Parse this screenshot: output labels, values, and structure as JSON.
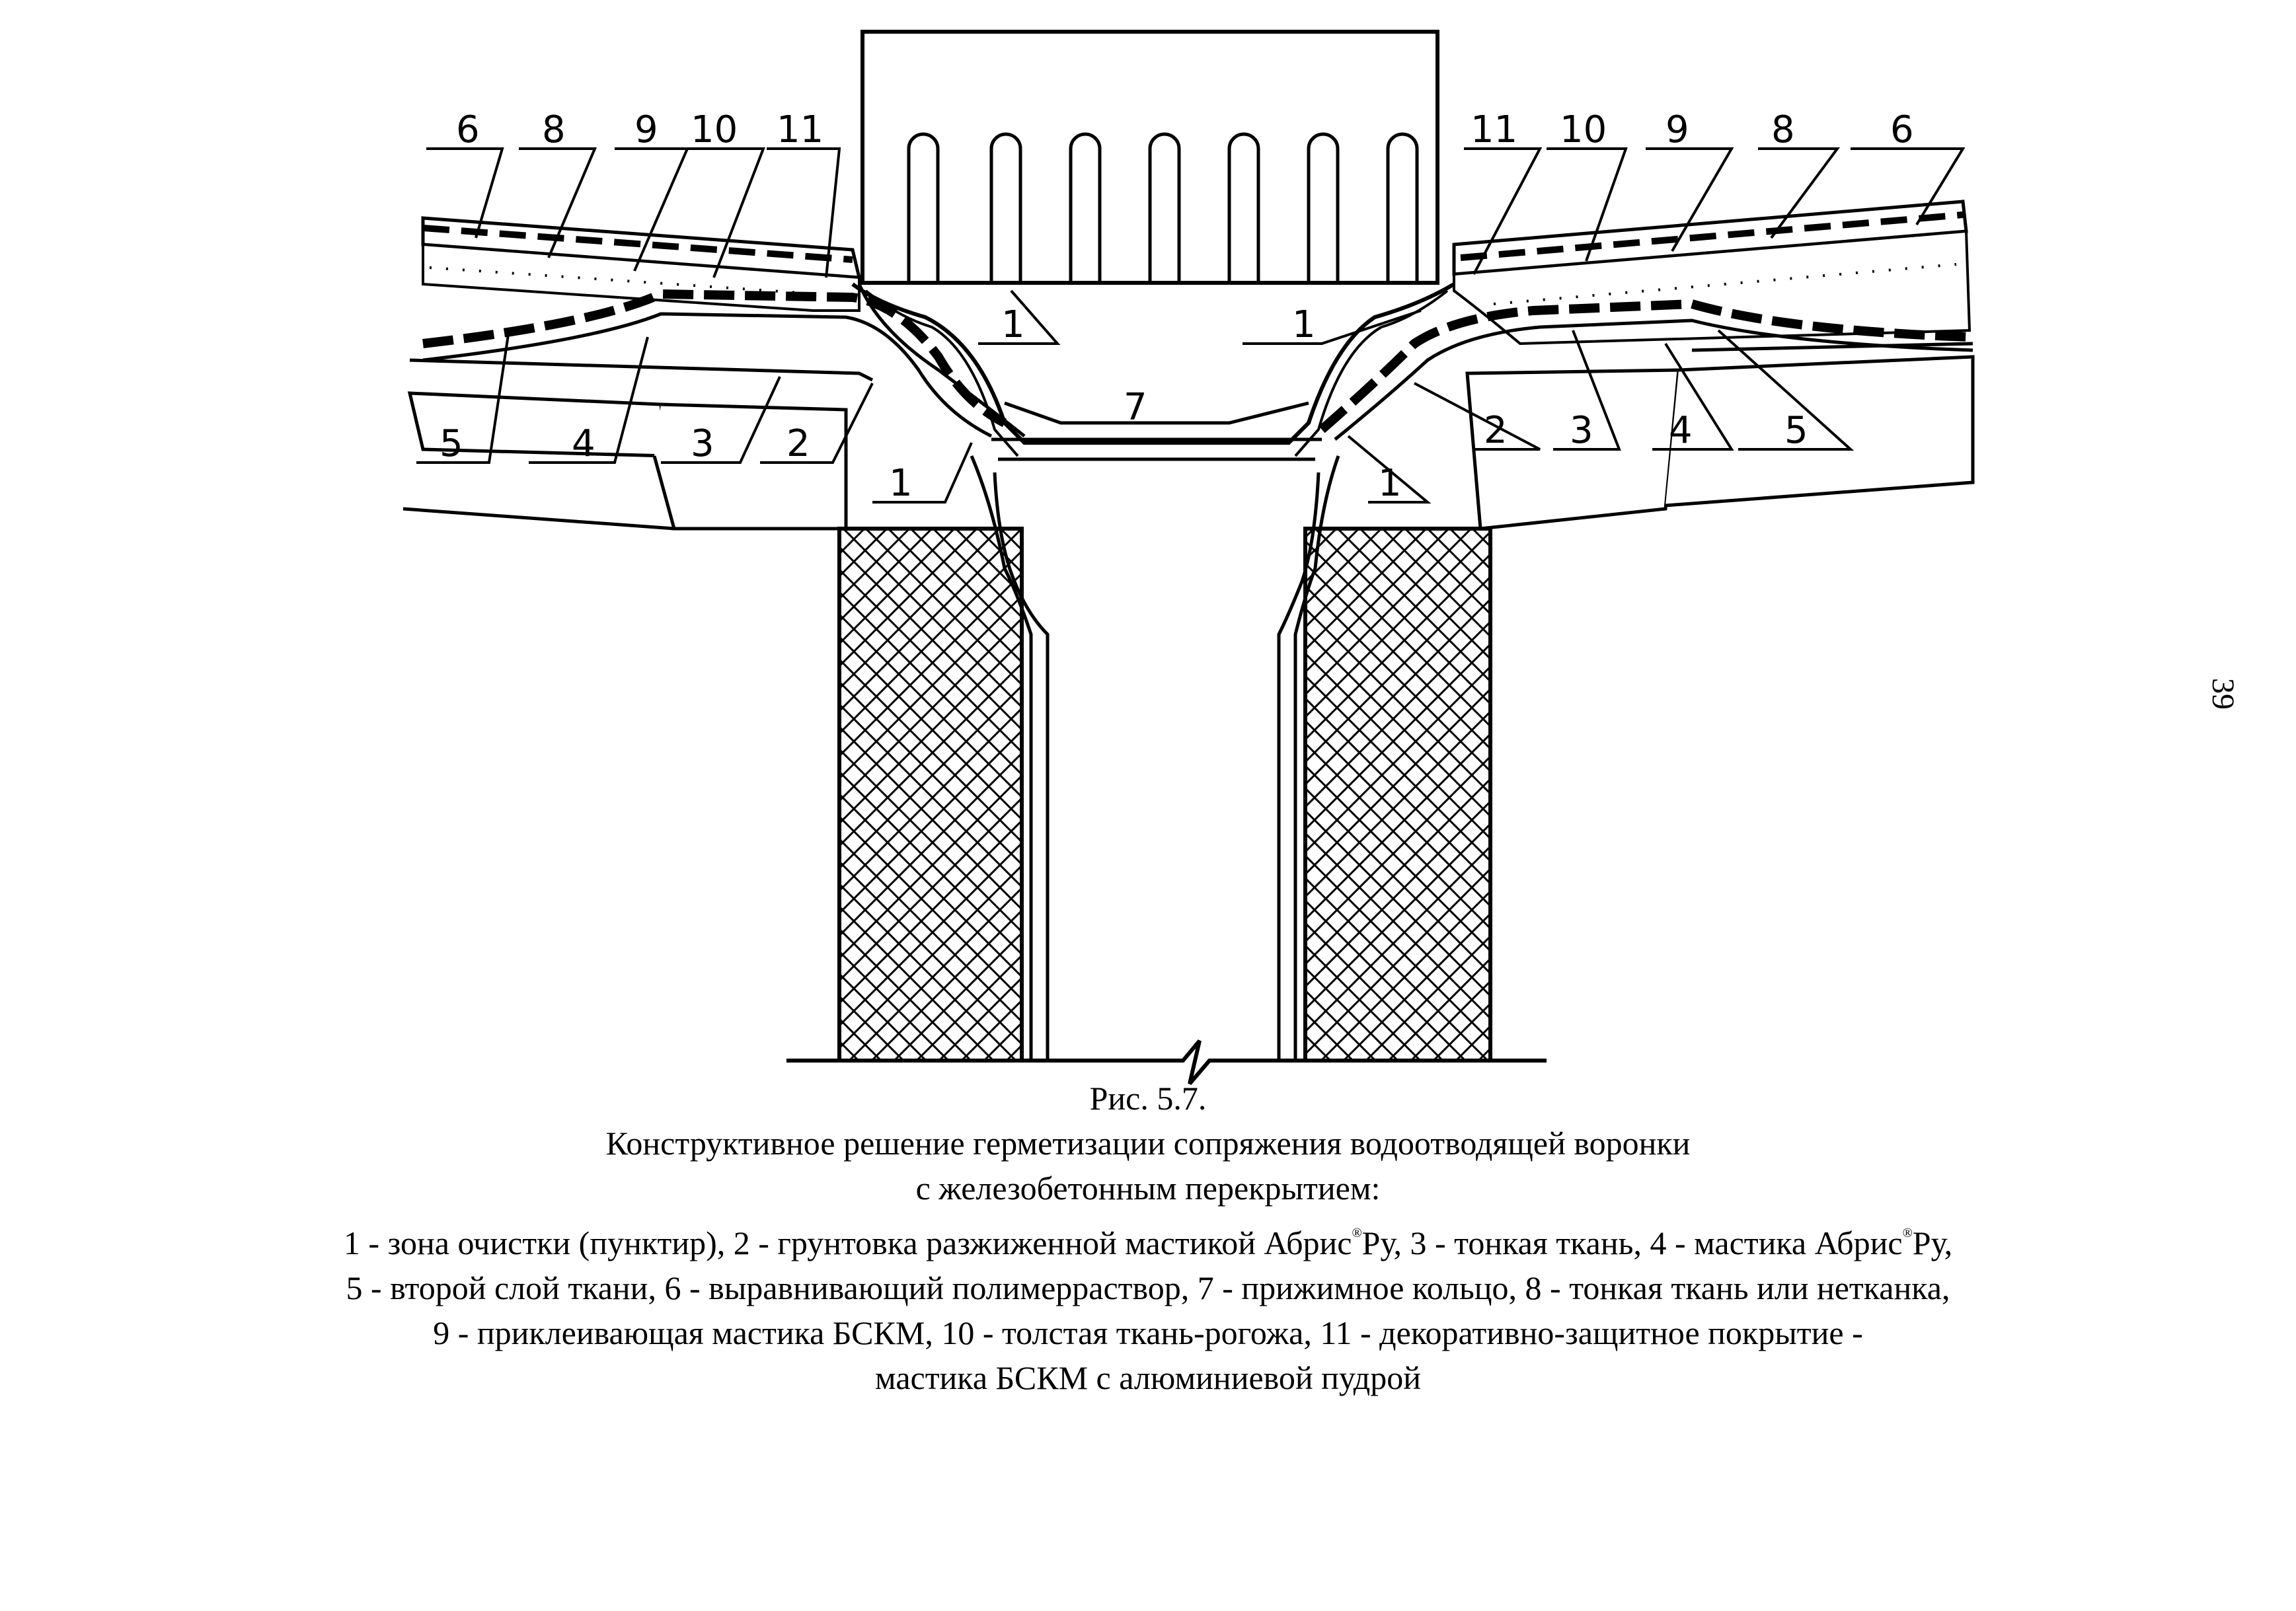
{
  "figure": {
    "callouts_left": [
      "6",
      "8",
      "9",
      "10",
      "11"
    ],
    "callouts_right": [
      "11",
      "10",
      "9",
      "8",
      "6"
    ],
    "bottom_left": [
      "5",
      "4",
      "3",
      "2"
    ],
    "bottom_right": [
      "2",
      "3",
      "4",
      "5"
    ],
    "upper_1": "1",
    "lower_1": "1",
    "ring": "7"
  },
  "caption": {
    "fig_number": "Рис. 5.7.",
    "title_line1": "Конструктивное решение герметизации сопряжения водоотводящей воронки",
    "title_line2": "с железобетонным перекрытием:",
    "legend_1_pre": "1 - зона очистки (пунктир), 2 - грунтовка разжиженной мастикой Абрис",
    "legend_1_mid": "Ру, 3 - тонкая ткань, 4 - мастика Абрис",
    "legend_1_end": "Ру,",
    "trademark": "®",
    "legend_2": "5 - второй слой ткани, 6 - выравнивающий полимерраствор, 7 - прижимное кольцо, 8 - тонкая ткань или нетканка,",
    "legend_3": "9 - приклеивающая мастика БСКМ, 10 - толстая ткань-рогожа, 11 - декоративно-защитное покрытие -",
    "legend_4": "мастика БСКМ с алюминиевой пудрой"
  },
  "page_number": "39"
}
